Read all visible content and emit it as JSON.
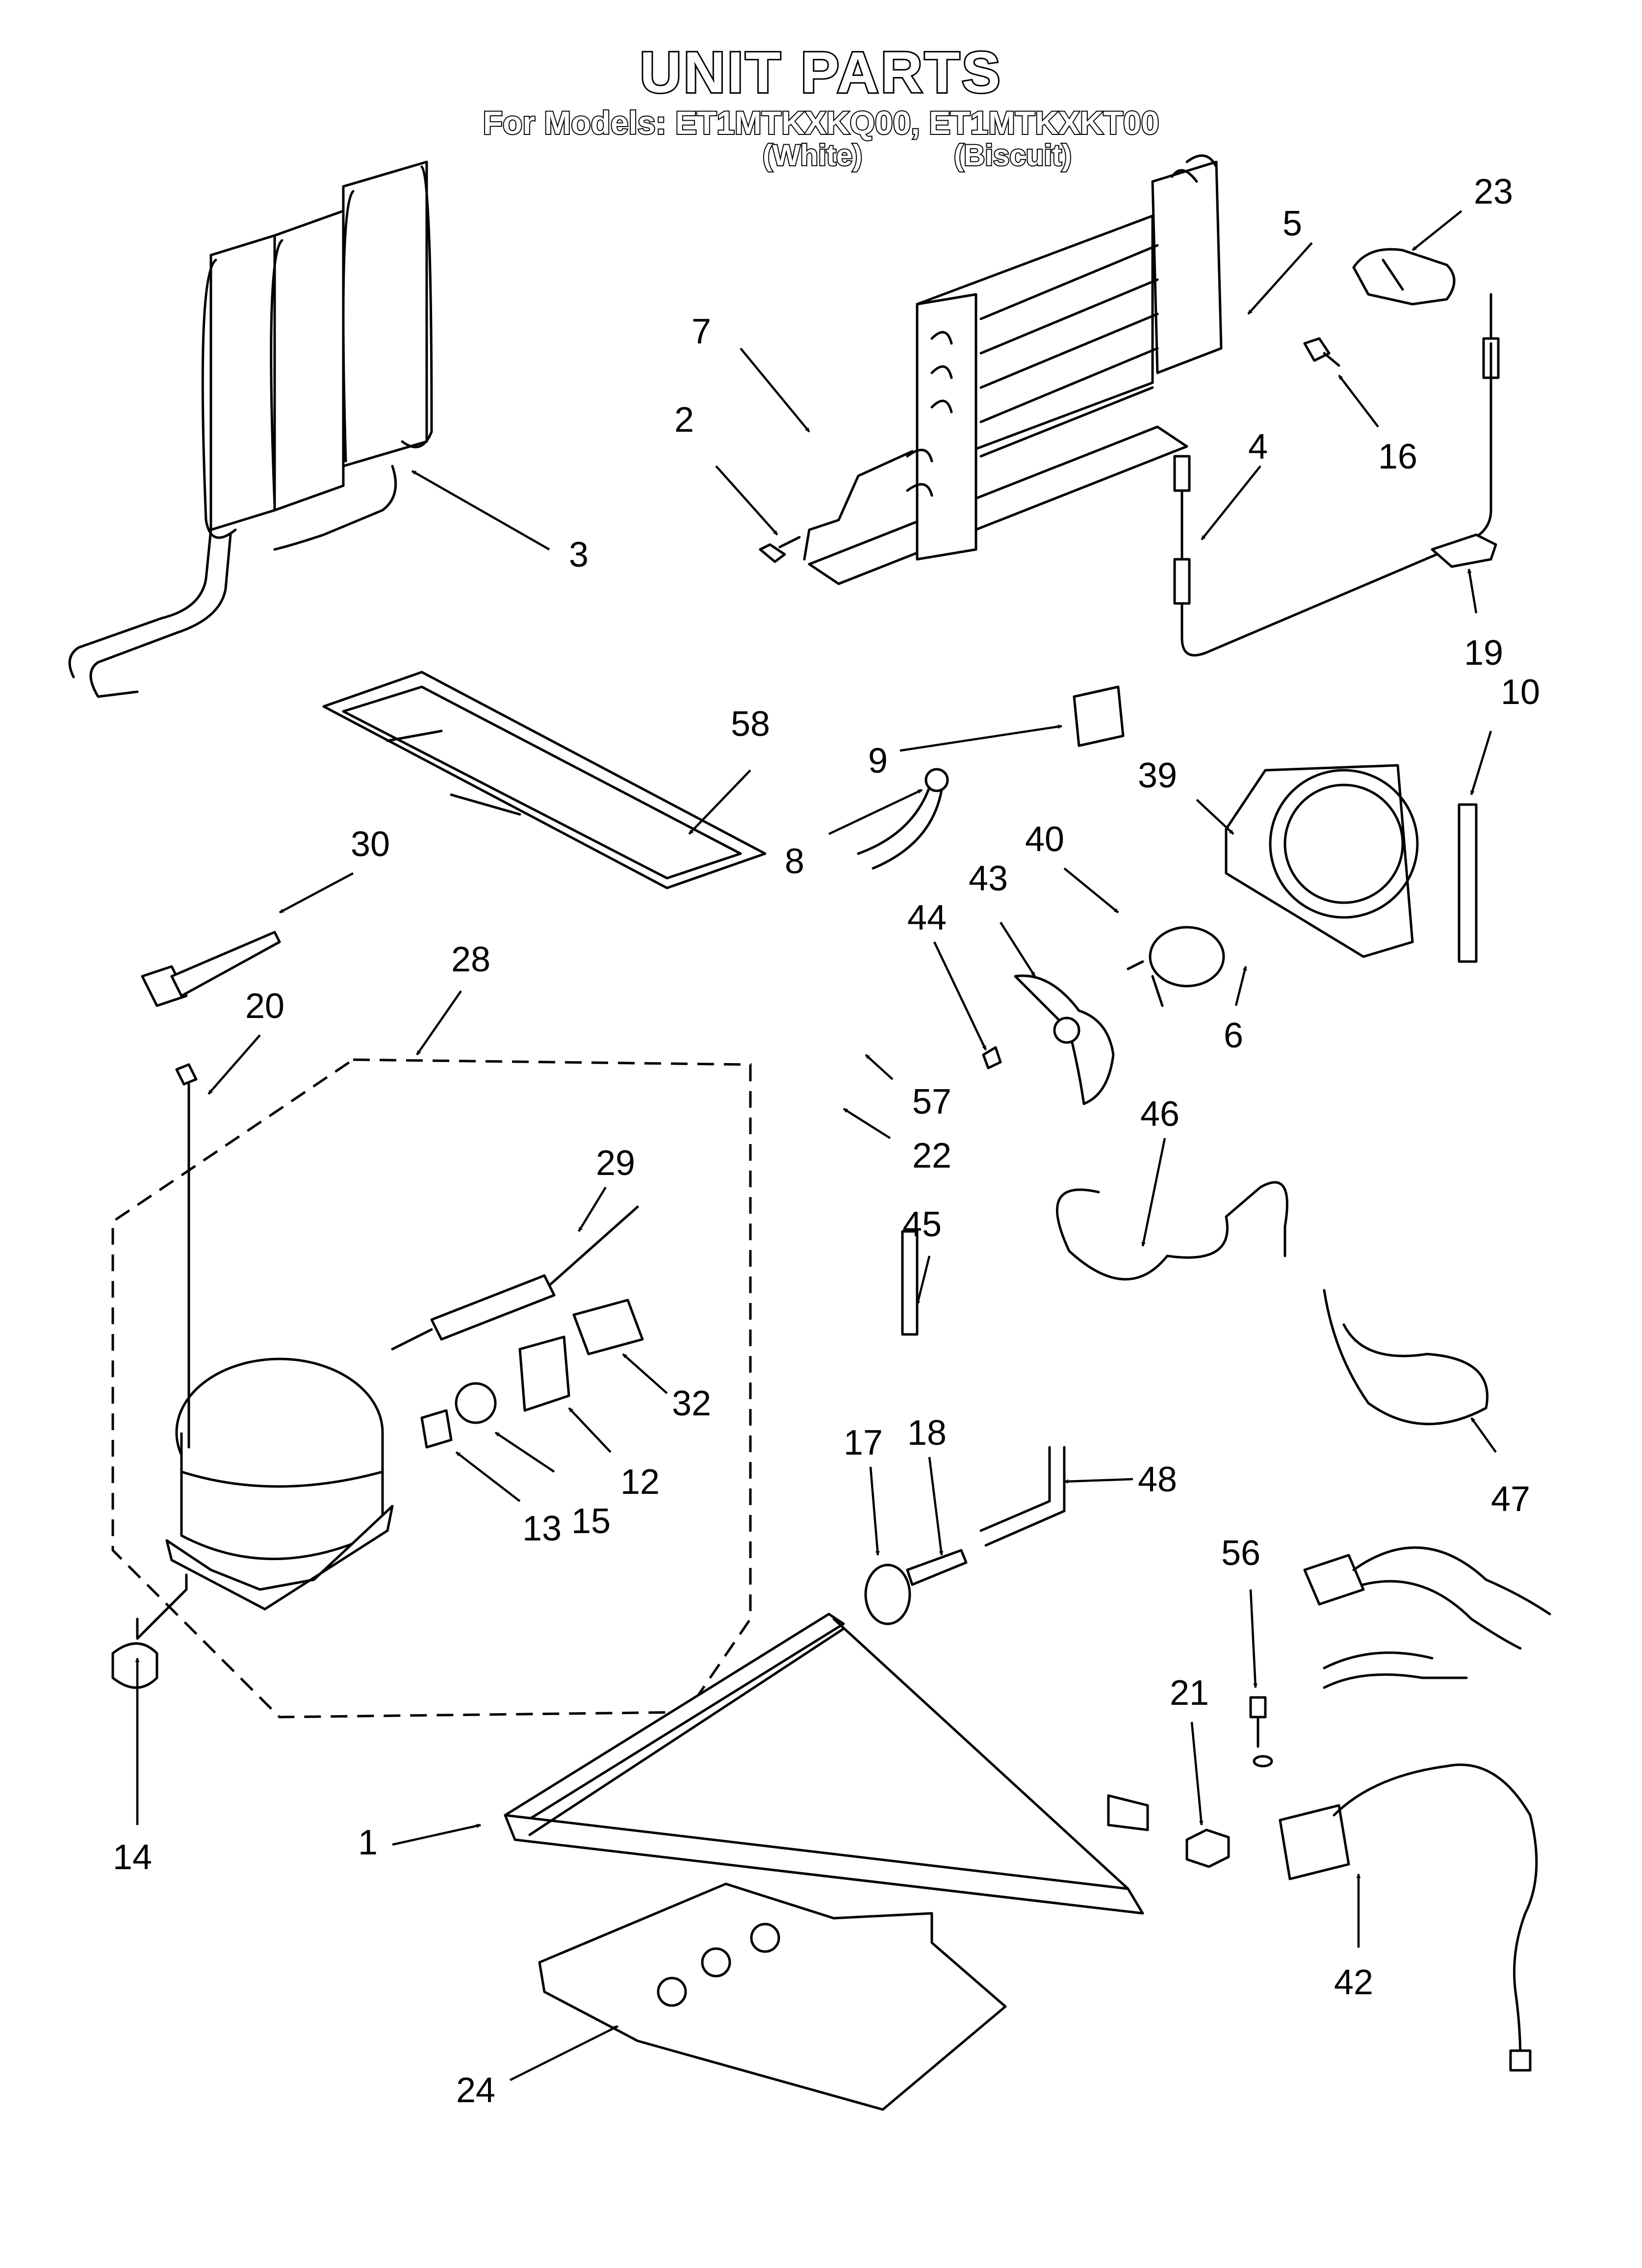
{
  "header": {
    "title": "UNIT PARTS",
    "models_line": "For Models: ET1MTKXKQ00, ET1MTKXKT00",
    "color_1": "(White)",
    "color_2": "(Biscuit)"
  },
  "callouts": [
    "1",
    "2",
    "3",
    "4",
    "5",
    "6",
    "7",
    "8",
    "9",
    "10",
    "12",
    "13",
    "14",
    "15",
    "16",
    "17",
    "18",
    "19",
    "20",
    "21",
    "22",
    "23",
    "24",
    "28",
    "29",
    "30",
    "32",
    "39",
    "40",
    "42",
    "43",
    "44",
    "45",
    "46",
    "47",
    "48",
    "56",
    "57",
    "58"
  ]
}
